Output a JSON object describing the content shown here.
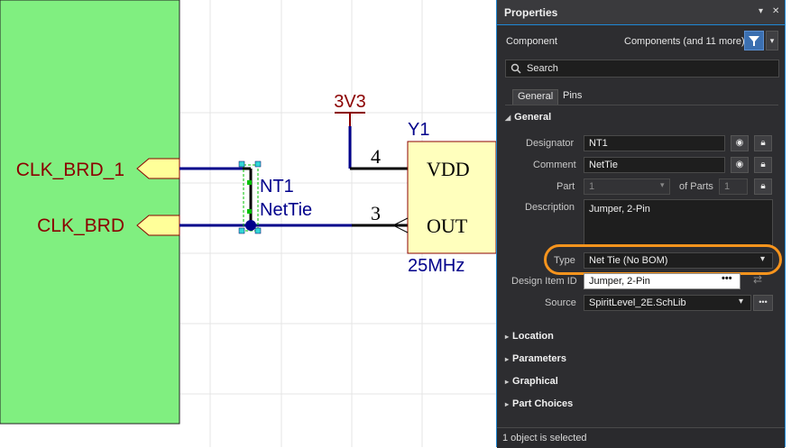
{
  "schematic": {
    "ports": [
      {
        "name": "CLK_BRD_1"
      },
      {
        "name": "CLK_BRD"
      }
    ],
    "net_tie": {
      "designator": "NT1",
      "comment": "NetTie"
    },
    "power_port": {
      "name": "3V3"
    },
    "component": {
      "designator": "Y1",
      "value": "25MHz",
      "pins": [
        {
          "number": "4",
          "name": "VDD"
        },
        {
          "number": "3",
          "name": "OUT"
        }
      ]
    },
    "colors": {
      "sheet_block": "#80ef80",
      "wire": "#00008b",
      "port_fill": "#ffff99",
      "component_fill": "#ffffbd",
      "power": "#8b0000"
    }
  },
  "panel": {
    "title": "Properties",
    "title_icons": [
      "pin-icon",
      "close-icon"
    ],
    "component_label": "Component",
    "filter_text": "Components (and 11 more)",
    "search_placeholder": "Search",
    "tabs": [
      "General",
      "Pins"
    ],
    "section_general": "General",
    "fields": {
      "designator_label": "Designator",
      "designator_value": "NT1",
      "comment_label": "Comment",
      "comment_value": "NetTie",
      "part_label": "Part",
      "part_value": "1",
      "of_parts_label": "of Parts",
      "of_parts_value": "1",
      "description_label": "Description",
      "description_value": "Jumper, 2-Pin",
      "type_label": "Type",
      "type_value": "Net Tie (No BOM)",
      "design_item_label": "Design Item ID",
      "design_item_value": "Jumper, 2-Pin",
      "source_label": "Source",
      "source_value": "SpiritLevel_2E.SchLib"
    },
    "collapsed_sections": [
      "Location",
      "Parameters",
      "Graphical",
      "Part Choices"
    ],
    "status": "1 object is selected",
    "colors": {
      "background": "#2d2d30",
      "accent": "#1f88d4",
      "highlight": "#f7941d"
    }
  }
}
